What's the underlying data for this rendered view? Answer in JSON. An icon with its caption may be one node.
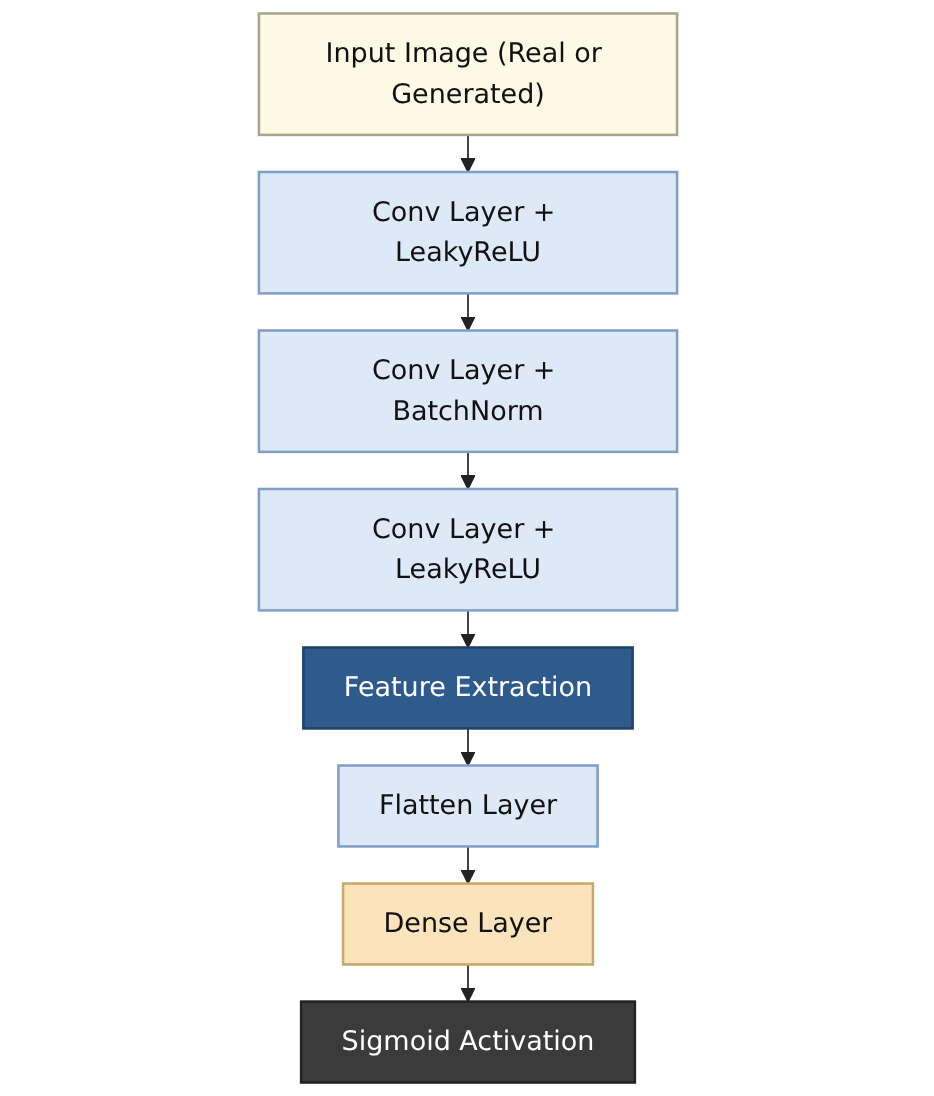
{
  "diagram": {
    "nodes": [
      {
        "text": [
          "Input Image (Real or Generated)"
        ]
      },
      {
        "text": [
          "Conv Layer + LeakyReLU"
        ]
      },
      {
        "text": [
          "Conv Layer + BatchNorm"
        ]
      },
      {
        "text": [
          "Conv Layer + LeakyReLU"
        ]
      },
      {
        "text": [
          "Feature Extraction"
        ]
      },
      {
        "text": [
          "Flatten Layer"
        ]
      },
      {
        "text": [
          "Dense Layer"
        ]
      },
      {
        "text": [
          "Sigmoid Activation"
        ]
      }
    ],
    "edges": [
      {
        "from": 0,
        "to": 1,
        "arrow": "to"
      },
      {
        "from": 1,
        "to": 2,
        "arrow": "to"
      },
      {
        "from": 2,
        "to": 3,
        "arrow": "to"
      },
      {
        "from": 3,
        "to": 4,
        "arrow": "to"
      },
      {
        "from": 4,
        "to": 5,
        "arrow": "to"
      },
      {
        "from": 5,
        "to": 6,
        "arrow": "to"
      },
      {
        "from": 6,
        "to": 7,
        "arrow": "to"
      }
    ]
  }
}
